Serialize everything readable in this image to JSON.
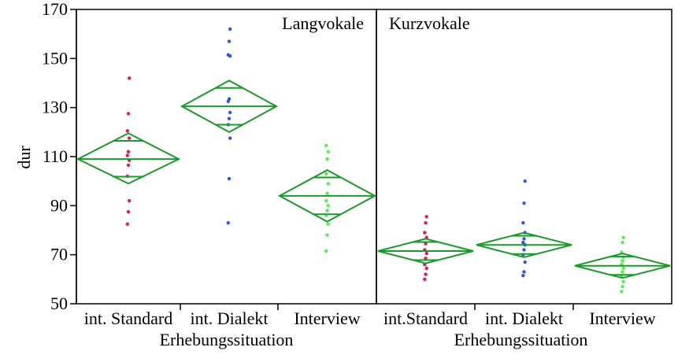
{
  "chart_data": {
    "type": "scatter",
    "subtype": "means-diamonds",
    "ylabel": "dur",
    "ylim": [
      50,
      170
    ],
    "yticks": [
      50,
      70,
      90,
      110,
      130,
      150,
      170
    ],
    "grid": false,
    "diamond_color": "#1a9a2a",
    "panels": [
      {
        "title": "Langvokale",
        "xlabel": "Erhebungssituation",
        "categories": [
          "int. Standard",
          "int. Dialekt",
          "Interview"
        ],
        "groups": [
          {
            "category": "int. Standard",
            "color": "#e0195a",
            "mean": 109,
            "ci": [
              99,
              119.5
            ],
            "overlap": [
              101.8,
              116.4
            ],
            "points": [
              82.5,
              87.5,
              92,
              102,
              106.5,
              108.5,
              110.5,
              112,
              117.5,
              120.5,
              127.5,
              142
            ]
          },
          {
            "category": "int. Dialekt",
            "color": "#3355dd",
            "mean": 130.5,
            "ci": [
              120,
              141
            ],
            "overlap": [
              123,
              138
            ],
            "points": [
              83,
              101,
              117.5,
              123,
              125.5,
              128,
              132.5,
              133.5,
              151,
              151.5,
              157,
              162
            ]
          },
          {
            "category": "Interview",
            "color": "#55ee55",
            "mean": 94,
            "ci": [
              83.5,
              104.5
            ],
            "overlap": [
              86.5,
              101.5
            ],
            "points": [
              71.5,
              78,
              82.5,
              86,
              88,
              90,
              92,
              95,
              99,
              103,
              109,
              112,
              114.5
            ]
          }
        ]
      },
      {
        "title": "Kurzvokale",
        "xlabel": "Erhebungssituation",
        "categories": [
          "int.Standard",
          "int. Dialekt",
          "Interview"
        ],
        "groups": [
          {
            "category": "int.Standard",
            "color": "#e0195a",
            "mean": 71.5,
            "ci": [
              66.5,
              76.5
            ],
            "overlap": [
              67.8,
              75.2
            ],
            "points": [
              60,
              62,
              64.5,
              66,
              68.5,
              70.5,
              72,
              74.5,
              77,
              79,
              83,
              85.5
            ]
          },
          {
            "category": "int. Dialekt",
            "color": "#3355dd",
            "mean": 74,
            "ci": [
              69,
              79
            ],
            "overlap": [
              70.3,
              77.7
            ],
            "points": [
              61.5,
              63,
              67,
              70,
              72,
              74,
              75,
              76.5,
              79,
              83,
              91,
              100
            ]
          },
          {
            "category": "Interview",
            "color": "#55ee55",
            "mean": 65.5,
            "ci": [
              60.5,
              70.5
            ],
            "overlap": [
              61.8,
              69.2
            ],
            "points": [
              55,
              57,
              59,
              61.5,
              63,
              64.5,
              66,
              67.5,
              69,
              71,
              75,
              77
            ]
          }
        ]
      }
    ]
  }
}
